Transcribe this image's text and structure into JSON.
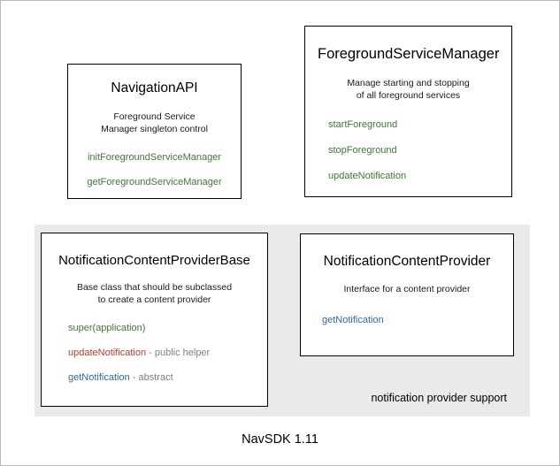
{
  "diagram": {
    "footer_version": "NavSDK 1.11",
    "colors": {
      "green": "#3d7a33",
      "red": "#bc3a2d",
      "blue": "#3465a4",
      "gray_note": "#808080",
      "panel_bg": "#eaeaea",
      "node_border": "#000000",
      "canvas_bg": "#ffffff"
    },
    "nodes": {
      "navigation_api": {
        "title": "NavigationAPI",
        "desc_line1": "Foreground Service",
        "desc_line2": "Manager singleton control",
        "members": [
          {
            "name": "initForegroundServiceManager",
            "note": ""
          },
          {
            "name": "getForegroundServiceManager",
            "note": ""
          }
        ]
      },
      "foreground_service_manager": {
        "title": "ForegroundServiceManager",
        "desc_line1": "Manage starting and stopping",
        "desc_line2": "of all foreground services",
        "members": [
          {
            "name": "startForeground",
            "note": ""
          },
          {
            "name": "stopForeground",
            "note": ""
          },
          {
            "name": "updateNotification",
            "note": ""
          }
        ]
      },
      "notification_content_provider_base": {
        "title": "NotificationContentProviderBase",
        "desc_line1": "Base class that should be subclassed",
        "desc_line2": "to create a content provider",
        "members": [
          {
            "name": "super(application)",
            "note": ""
          },
          {
            "name": "updateNotification",
            "note": " - public helper"
          },
          {
            "name": "getNotification",
            "note": " - abstract"
          }
        ]
      },
      "notification_content_provider": {
        "title": "NotificationContentProvider",
        "desc_line1": "Interface for a content provider",
        "desc_line2": "",
        "members": [
          {
            "name": "getNotification",
            "note": ""
          }
        ]
      }
    },
    "panel": {
      "label": "notification provider support"
    }
  }
}
